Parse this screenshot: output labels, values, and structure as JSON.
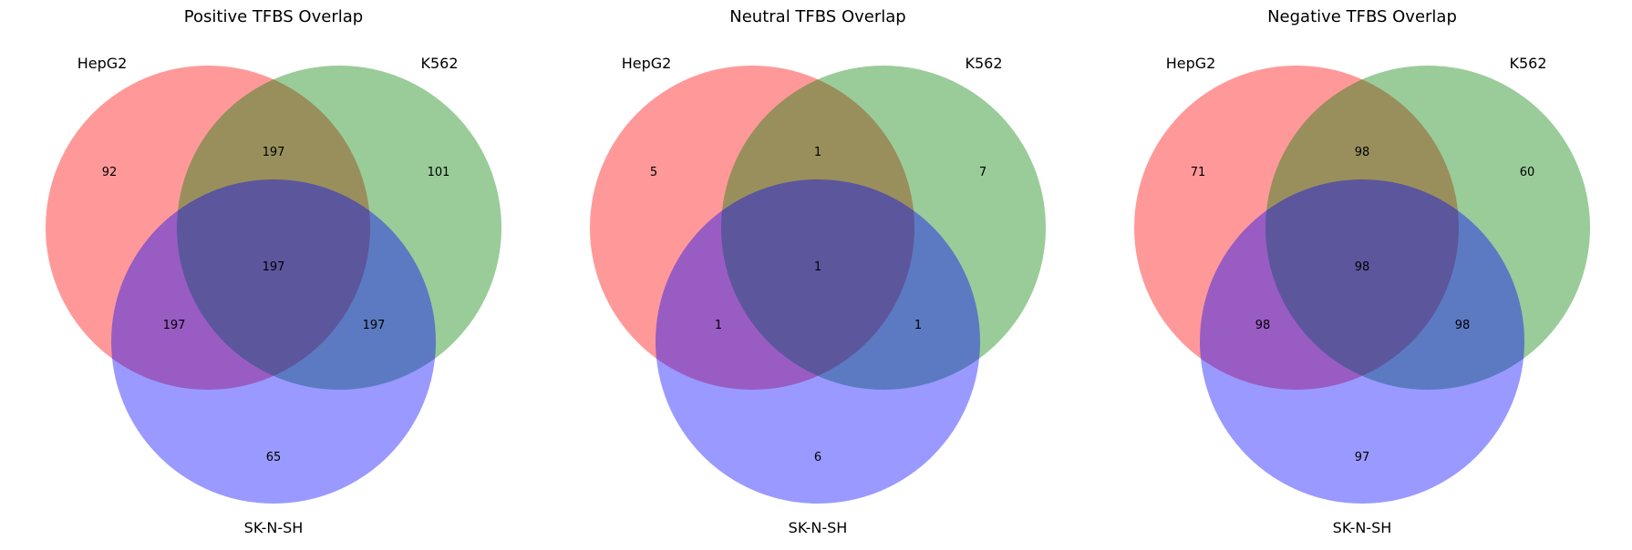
{
  "figure": {
    "panels": [
      {
        "title": "Positive TFBS Overlap",
        "sets": [
          "HepG2",
          "K562",
          "SK-N-SH"
        ],
        "regions": {
          "a_only": "92",
          "b_only": "101",
          "c_only": "65",
          "ab": "197",
          "ac": "197",
          "bc": "197",
          "abc": "197"
        }
      },
      {
        "title": "Neutral TFBS Overlap",
        "sets": [
          "HepG2",
          "K562",
          "SK-N-SH"
        ],
        "regions": {
          "a_only": "5",
          "b_only": "7",
          "c_only": "6",
          "ab": "1",
          "ac": "1",
          "bc": "1",
          "abc": "1"
        }
      },
      {
        "title": "Negative TFBS Overlap",
        "sets": [
          "HepG2",
          "K562",
          "SK-N-SH"
        ],
        "regions": {
          "a_only": "71",
          "b_only": "60",
          "c_only": "97",
          "ab": "98",
          "ac": "98",
          "bc": "98",
          "abc": "98"
        }
      }
    ],
    "set_colors": [
      "#ff0000",
      "#008000",
      "#0000ff"
    ],
    "fill_opacity": 0.4
  }
}
